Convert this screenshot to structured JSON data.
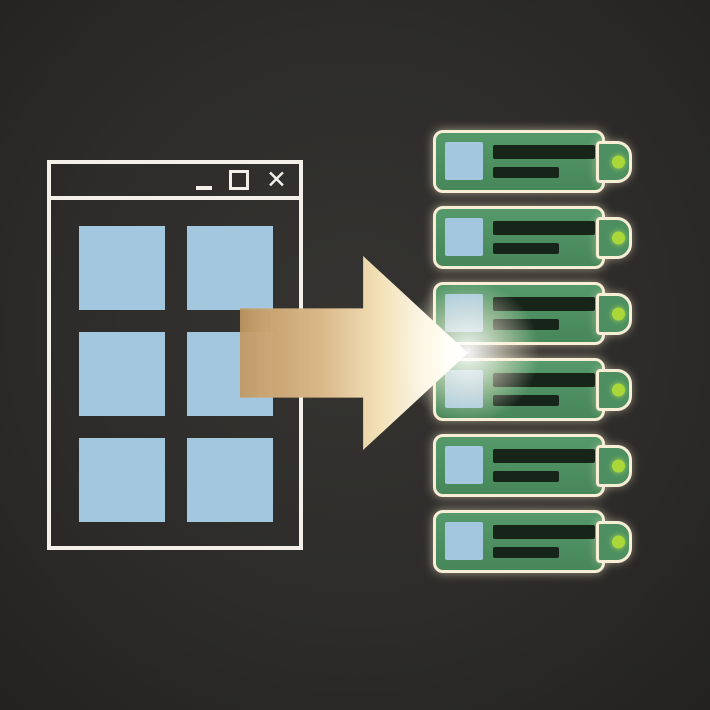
{
  "scene": {
    "background_color": "#2d2c2a",
    "description_colors": {
      "window_stroke": "#f3f0ea",
      "tile_blue": "#a3c7de",
      "card_green": "#4d8f61",
      "card_outline": "#f8eed6",
      "indicator_lime": "#a9d838",
      "bar_dark": "#16241a",
      "arrow_gradient_from": "#bc925c",
      "arrow_gradient_to": "#ffffff",
      "glow_warm_white": "#fff4d6"
    }
  },
  "window": {
    "controls": [
      {
        "name": "minimize-icon",
        "glyph": "_"
      },
      {
        "name": "maximize-icon",
        "glyph": "▢"
      },
      {
        "name": "close-icon",
        "glyph": "✕"
      }
    ],
    "close_glyph": "✕",
    "grid": {
      "rows": 3,
      "cols": 2,
      "tile_count": 6,
      "tile_color": "#a3c7de"
    }
  },
  "arrow": {
    "direction": "right",
    "style": "tan-to-white gradient with white glow at tip"
  },
  "cards": {
    "count": 6,
    "elements_per_card": [
      "thumbnail-square",
      "text-bar-long",
      "text-bar-short",
      "indicator-dot"
    ]
  }
}
